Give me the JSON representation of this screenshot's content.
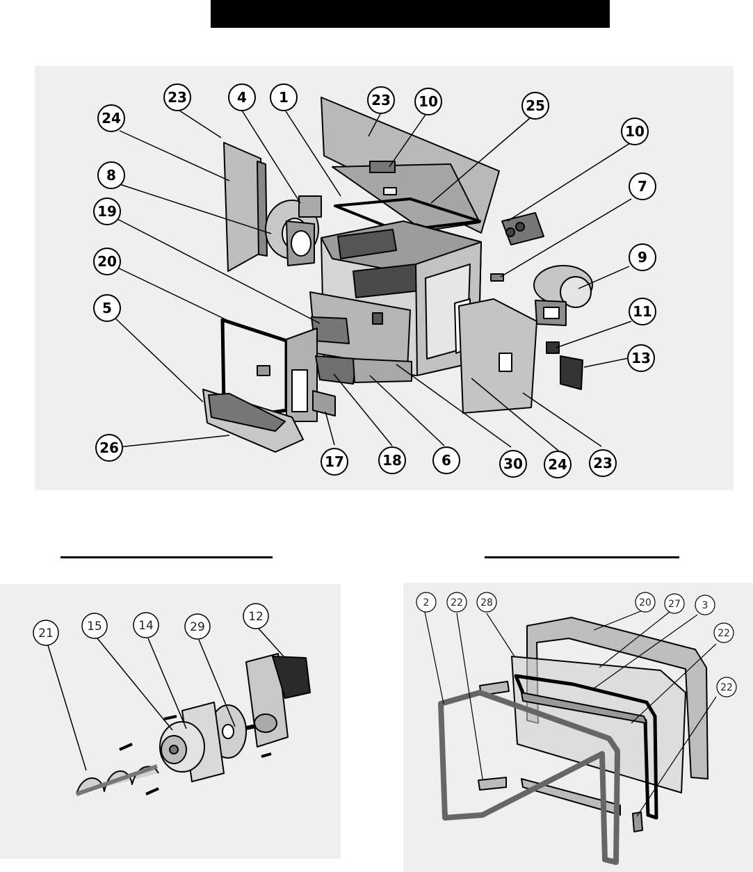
{
  "main_diagram": {
    "callouts": [
      {
        "text": "23"
      },
      {
        "text": "4"
      },
      {
        "text": "1"
      },
      {
        "text": "23"
      },
      {
        "text": "10"
      },
      {
        "text": "25"
      },
      {
        "text": "24"
      },
      {
        "text": "10"
      },
      {
        "text": "8"
      },
      {
        "text": "7"
      },
      {
        "text": "19"
      },
      {
        "text": "9"
      },
      {
        "text": "20"
      },
      {
        "text": "11"
      },
      {
        "text": "5"
      },
      {
        "text": "13"
      },
      {
        "text": "26"
      },
      {
        "text": "17"
      },
      {
        "text": "18"
      },
      {
        "text": "6"
      },
      {
        "text": "30"
      },
      {
        "text": "24"
      },
      {
        "text": "23"
      }
    ]
  },
  "auger_diagram": {
    "callouts": [
      {
        "text": "21"
      },
      {
        "text": "15"
      },
      {
        "text": "14"
      },
      {
        "text": "29"
      },
      {
        "text": "12"
      }
    ]
  },
  "door_diagram": {
    "callouts": [
      {
        "text": "2"
      },
      {
        "text": "22"
      },
      {
        "text": "28"
      },
      {
        "text": "20"
      },
      {
        "text": "27"
      },
      {
        "text": "3"
      },
      {
        "text": "22"
      },
      {
        "text": "22"
      }
    ]
  }
}
